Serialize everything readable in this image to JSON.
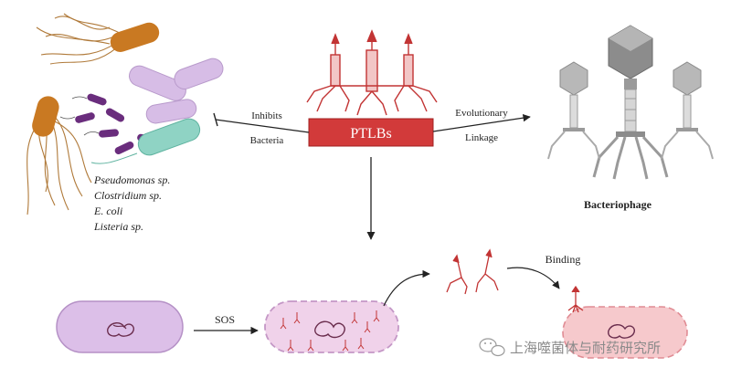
{
  "center": {
    "label": "PTLBs",
    "color": "#d23a3a"
  },
  "left_arrow": {
    "line1": "Inhibits",
    "line2": "Bacteria"
  },
  "right_arrow": {
    "line1": "Evolutionary",
    "line2": "Linkage"
  },
  "species": [
    "Pseudomonas sp.",
    "Clostridium sp.",
    "E. coli",
    "Listeria sp."
  ],
  "bacteriophage_label": "Bacteriophage",
  "sos_label": "SOS",
  "binding_label": "Binding",
  "watermark": {
    "text": "上海噬菌体与耐药研究所",
    "icon": "wechat-icon"
  },
  "colors": {
    "accent_red": "#d23a3a",
    "purple_cell": "#d9b8e6",
    "pink_cell": "#f6c9cc",
    "phage_gray": "#a6a6a6"
  }
}
